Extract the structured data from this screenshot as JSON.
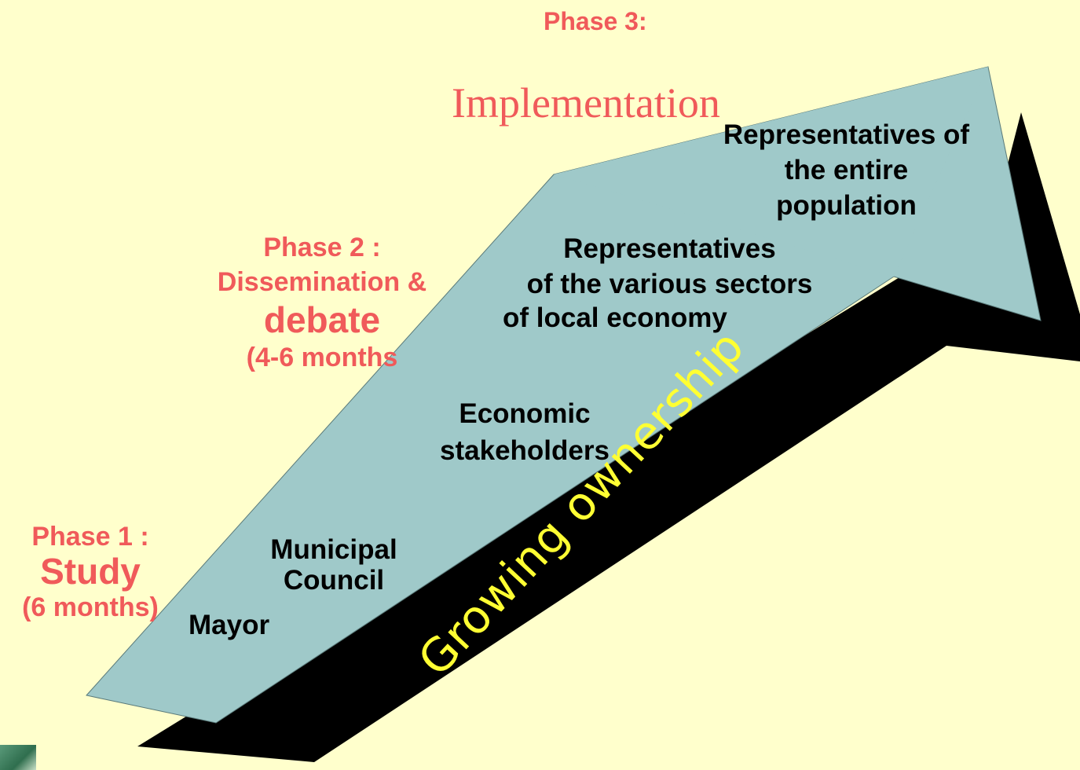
{
  "colors": {
    "background": "#ffffcc",
    "arrow_fill": "#9fc9c9",
    "arrow_shadow": "#000000",
    "phase_text": "#f05a5a",
    "growing_text": "#ffff33"
  },
  "phases": {
    "phase1": {
      "title": "Phase 1 :",
      "name": "Study",
      "duration": "(6 months)"
    },
    "phase2": {
      "title": "Phase 2 :",
      "line1": "Dissemination &",
      "name": "debate",
      "duration": "(4-6 months"
    },
    "phase3": {
      "title": "Phase 3:",
      "name": "Implementation"
    }
  },
  "steps": {
    "mayor": "Mayor",
    "council": {
      "line1": "Municipal",
      "line2": "Council"
    },
    "economic": {
      "line1": "Economic",
      "line2": "stakeholders"
    },
    "sectors": {
      "line1": "Representatives",
      "line2": "of the various sectors",
      "line3": "of local economy"
    },
    "population": {
      "line1": "Representatives of",
      "line2": "the entire",
      "line3": "population"
    }
  },
  "arrow_label": "Growing ownership"
}
